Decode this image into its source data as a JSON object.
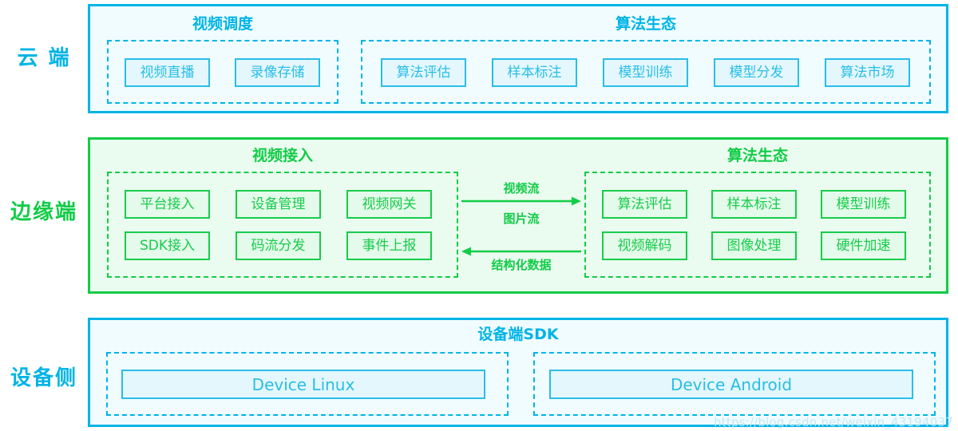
{
  "diagram": {
    "accent_cyan": "#00B4E6",
    "accent_green": "#12CC47",
    "watermark": "https://blog.csdn.net/weixin_43194037"
  },
  "layers": [
    {
      "label": "云 端",
      "color": "#00B4E6",
      "groups": [
        {
          "title": "视频调度",
          "items": [
            "视频直播",
            "录像存储"
          ]
        },
        {
          "title": "算法生态",
          "items": [
            "算法评估",
            "样本标注",
            "模型训练",
            "模型分发",
            "算法市场"
          ]
        }
      ]
    },
    {
      "label": "边缘端",
      "color": "#12CC47",
      "groups": [
        {
          "title": "视频接入",
          "items": [
            "平台接入",
            "设备管理",
            "视频网关",
            "SDK接入",
            "码流分发",
            "事件上报"
          ]
        },
        {
          "title": "算法生态",
          "items": [
            "算法评估",
            "样本标注",
            "模型训练",
            "视频解码",
            "图像处理",
            "硬件加速"
          ]
        }
      ]
    },
    {
      "label": "设备侧",
      "color": "#00B4E6",
      "groups": [
        {
          "title": "设备端SDK",
          "items": [
            "Device Linux",
            "Device Android"
          ]
        }
      ]
    }
  ],
  "flows": {
    "to_right_top": "视频流",
    "to_right_bottom": "图片流",
    "to_left": "结构化数据"
  }
}
